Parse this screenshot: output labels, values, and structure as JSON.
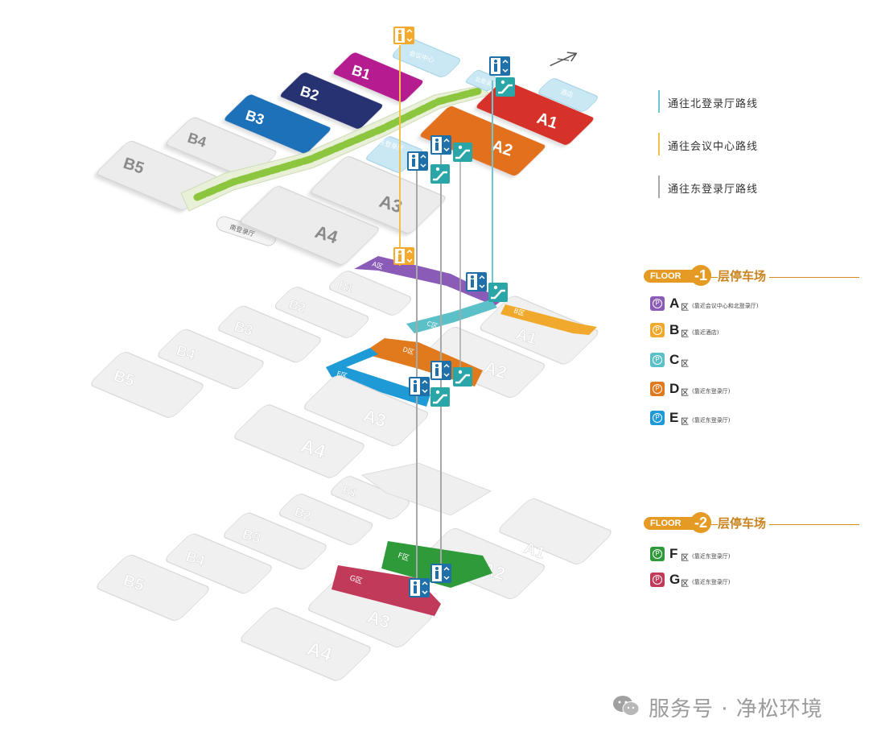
{
  "map": {
    "ground": {
      "halls": [
        {
          "name": "B1",
          "color": "#b41f8f"
        },
        {
          "name": "B2",
          "color": "#263172"
        },
        {
          "name": "B3",
          "color": "#1b71b8"
        },
        {
          "name": "B4",
          "color": "#ececec"
        },
        {
          "name": "B5",
          "color": "#ececec"
        },
        {
          "name": "A1",
          "color": "#d6322b"
        },
        {
          "name": "A2",
          "color": "#e2701f"
        },
        {
          "name": "A3",
          "color": "#ececec"
        },
        {
          "name": "A4",
          "color": "#ececec"
        }
      ],
      "places": {
        "conference_center": "会议中心",
        "north_hall": "北登录厅",
        "hotel": "酒店",
        "east_hall": "东登录厅",
        "south_hall": "南登录厅"
      }
    },
    "floor_minus1": {
      "halls": [
        "B1",
        "B2",
        "B3",
        "B4",
        "B5",
        "A1",
        "A2",
        "A3",
        "A4"
      ],
      "zones": [
        "A区",
        "B区",
        "C区",
        "D区",
        "E区"
      ]
    },
    "floor_minus2": {
      "halls": [
        "B1",
        "B2",
        "B3",
        "B4",
        "B5",
        "A1",
        "A2",
        "A3",
        "A4"
      ],
      "zones": [
        "F区",
        "G区"
      ]
    },
    "icons": [
      "elevator-icon",
      "escalator-icon",
      "compass-icon"
    ]
  },
  "routes": [
    {
      "label": "通往北登录厅路线",
      "color": "#6cc7d2"
    },
    {
      "label": "通往会议中心路线",
      "color": "#f2c14a"
    },
    {
      "label": "通往东登录厅路线",
      "color": "#a8a8a8"
    }
  ],
  "floors": [
    {
      "tag": "FLOOR",
      "number": "-1",
      "label": "层停车场",
      "zones": [
        {
          "letter": "A",
          "suffix": "区",
          "note": "(靠近会议中心和北登录厅)",
          "color": "#8a5cb8"
        },
        {
          "letter": "B",
          "suffix": "区",
          "note": "(靠近酒店)",
          "color": "#f0a92c"
        },
        {
          "letter": "C",
          "suffix": "区",
          "note": "",
          "color": "#5cc0c8"
        },
        {
          "letter": "D",
          "suffix": "区",
          "note": "(靠近东登录厅)",
          "color": "#e07a1d"
        },
        {
          "letter": "E",
          "suffix": "区",
          "note": "(靠近东登录厅)",
          "color": "#1e9ad6"
        }
      ]
    },
    {
      "tag": "FLOOR",
      "number": "-2",
      "label": "层停车场",
      "zones": [
        {
          "letter": "F",
          "suffix": "区",
          "note": "(靠近东登录厅)",
          "color": "#2e9a3a"
        },
        {
          "letter": "G",
          "suffix": "区",
          "note": "(靠近东登录厅)",
          "color": "#c23a5a"
        }
      ]
    }
  ],
  "watermark": {
    "text": "服务号 · 净松环境"
  }
}
